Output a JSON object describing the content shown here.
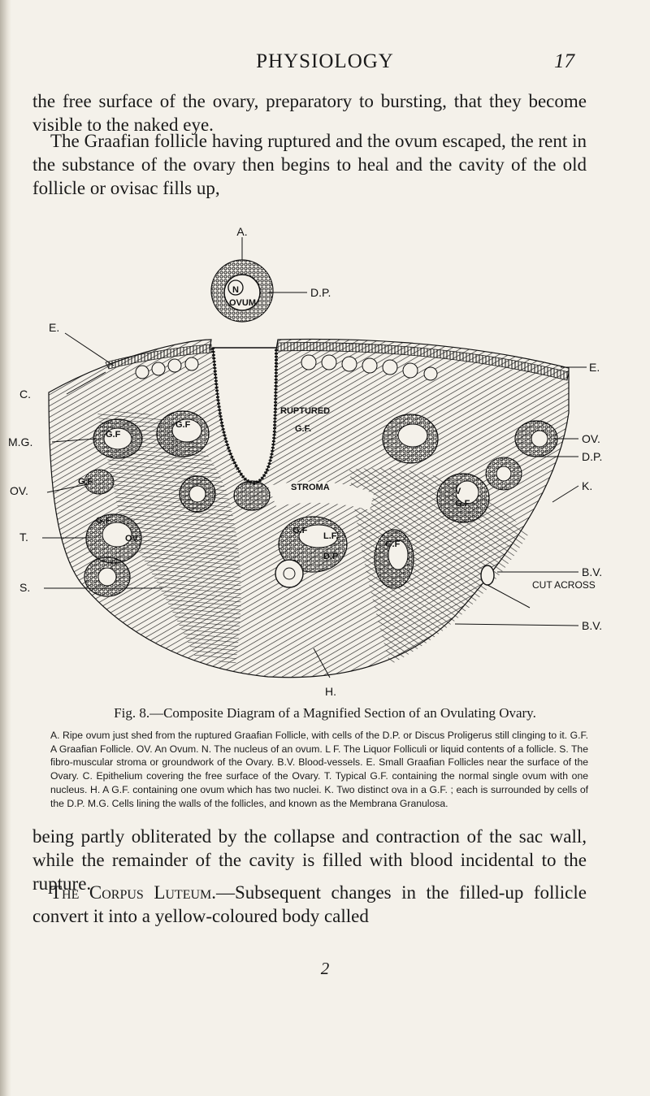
{
  "header": {
    "running_head": "PHYSIOLOGY",
    "page_number": "17"
  },
  "body": {
    "para1": "the free surface of the ovary, preparatory to bursting, that they become visible to the naked eye.",
    "para2": "The Graafian follicle having ruptured and the ovum escaped, the rent in the substance of the ovary then begins to heal and the cavity of the old follicle or ovisac fills up,",
    "para3": "being partly obliterated by the collapse and contraction of the sac wall, while the remainder of the cavity is filled with blood incidental to the rupture.",
    "para4_heading": "The Corpus Luteum.",
    "para4_text": "—Subsequent changes in the filled-up follicle convert it into a yellow-coloured body called"
  },
  "figure": {
    "labels": {
      "a": "A.",
      "dp_top": "D.P.",
      "e_left": "E.",
      "c": "C.",
      "mg": "M.G.",
      "ov_left": "OV.",
      "t": "T.",
      "s": "S.",
      "e_right": "E.",
      "ov_right": "OV.",
      "dp_right": "D.P.",
      "k": "K.",
      "bv1": "B.V.",
      "cut_across": "CUT ACROSS",
      "bv2": "B.V.",
      "h": "H."
    },
    "inner_labels": {
      "n": "N",
      "ovum": "OVUM",
      "ruptured": "RUPTURED",
      "ruptured_gf": "G.F.",
      "stroma": "STROMA",
      "gf": "G.F",
      "lf": "L.F.",
      "dp": "D.P",
      "v": "V",
      "ov": "OV"
    },
    "caption_title": "Fig. 8.—Composite Diagram of a Magnified Section of an Ovulating Ovary.",
    "caption_body": "A. Ripe ovum just shed from the ruptured Graafian Follicle, with cells of the D.P. or Discus Proligerus still clinging to it. G.F. A Graafian Follicle. OV. An Ovum. N. The nucleus of an ovum. L F. The Liquor Folliculi or liquid contents of a follicle. S. The fibro-muscular stroma or groundwork of the Ovary. B.V. Blood-vessels. E. Small Graafian Follicles near the surface of the Ovary. C. Epithelium covering the free surface of the Ovary. T. Typical G.F. containing the normal single ovum with one nucleus. H. A G.F. containing one ovum which has two nuclei. K. Two distinct ova in a G.F. ; each is surrounded by cells of the D.P. M.G. Cells lining the walls of the follicles, and known as the Membrana Granulosa."
  },
  "footer": {
    "signature": "2"
  }
}
